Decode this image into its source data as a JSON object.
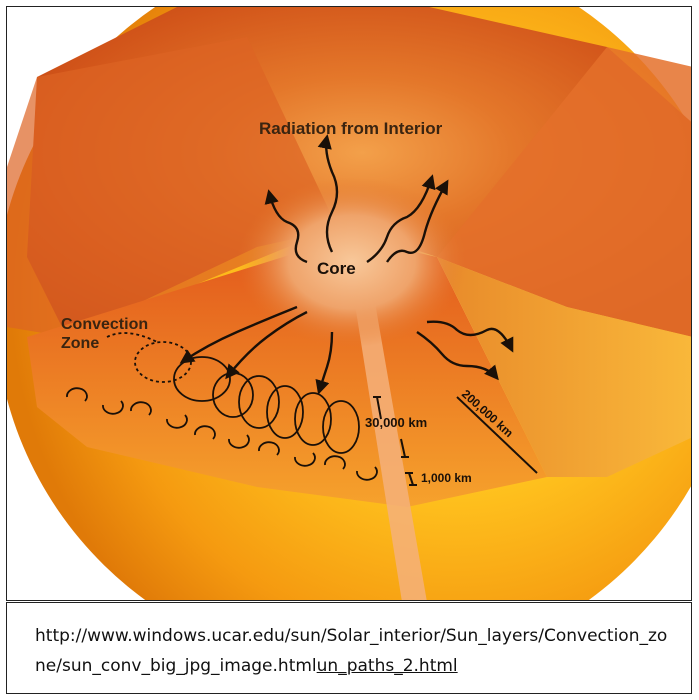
{
  "diagram": {
    "labels": {
      "radiation": "Radiation from Interior",
      "core": "Core",
      "convection_line1": "Convection",
      "convection_line2": "Zone",
      "dist_30000": "30,000 km",
      "dist_200000": "200,000 km",
      "dist_1000": "1,000 km"
    }
  },
  "caption": {
    "url_main": "http://www.windows.ucar.edu/sun/Solar_interior/Sun_layers/Convection_zone/sun_conv_big_jpg_image.html",
    "url_overlap": "un_paths_2.html"
  }
}
